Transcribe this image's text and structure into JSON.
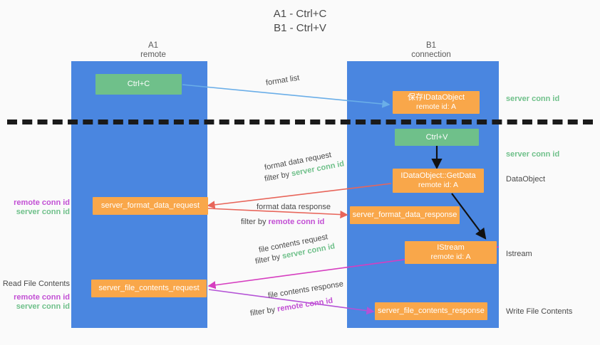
{
  "title": {
    "line1": "A1 - Ctrl+C",
    "line2": "B1 - Ctrl+V"
  },
  "colors": {
    "lane": "#4a86e0",
    "green_node": "#6fc08a",
    "orange_node": "#f9a74a",
    "server_conn_id": "#6fc08a",
    "remote_conn_id": "#c24fd4",
    "arrow_blue": "#6aaee8",
    "arrow_red": "#e8655a",
    "arrow_magenta": "#d63ec0",
    "arrow_purple": "#b452d6",
    "arrow_black": "#111111",
    "background": "#fafafa"
  },
  "columns": [
    {
      "name": "A1",
      "sub": "remote"
    },
    {
      "name": "B1",
      "sub": "connection"
    }
  ],
  "nodes": {
    "ctrl_c": {
      "label": "Ctrl+C"
    },
    "save_idataobject": {
      "line1": "保存IDataObject",
      "line2": "remote id: A"
    },
    "ctrl_v": {
      "label": "Ctrl+V"
    },
    "getdata": {
      "line1": "IDataObject::GetData",
      "line2": "remote id: A"
    },
    "format_data_request": {
      "label": "server_format_data_request"
    },
    "format_data_response": {
      "label": "server_format_data_response"
    },
    "istream": {
      "line1": "IStream",
      "line2": "remote id: A"
    },
    "file_contents_request": {
      "label": "server_file_contents_request"
    },
    "file_contents_response": {
      "label": "server_file_contents_response"
    }
  },
  "edge_labels": {
    "format_list": "format list",
    "format_data_request": "format data request",
    "format_data_request_filter_prefix": "filter by ",
    "format_data_request_filter_key": "server conn id",
    "format_data_response": "format data response",
    "format_data_response_filter_prefix": "filter by ",
    "format_data_response_filter_key": "remote conn id",
    "file_contents_request": "file contents request",
    "file_contents_request_filter_prefix": "filter by ",
    "file_contents_request_filter_key": "server conn id",
    "file_contents_response": "file contents response",
    "file_contents_response_filter_prefix": "filter by ",
    "file_contents_response_filter_key": "remote conn id"
  },
  "right_annotations": {
    "server_conn_id_top": "server conn id",
    "server_conn_id_mid": "server conn id",
    "dataobject": "DataObject",
    "istream": "Istream",
    "write_file_contents": "Write File Contents"
  },
  "left_annotations": {
    "remote_conn_id_1": "remote conn id",
    "server_conn_id_1": "server conn id",
    "read_file_contents": "Read File Contents",
    "remote_conn_id_2": "remote conn id",
    "server_conn_id_2": "server conn id"
  }
}
